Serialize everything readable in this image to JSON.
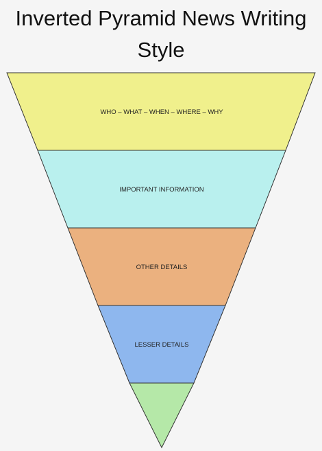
{
  "title": {
    "line1": "Inverted Pyramid News Writing",
    "line2": "Style"
  },
  "layers": [
    {
      "label": "WHO – WHAT – WHEN – WHERE – WHY",
      "color": "#f0f08c"
    },
    {
      "label": "IMPORTANT INFORMATION",
      "color": "#b9f0ee"
    },
    {
      "label": "OTHER DETAILS",
      "color": "#ebb17f"
    },
    {
      "label": "LESSER DETAILS",
      "color": "#8eb7ee"
    },
    {
      "label": "",
      "color": "#b5e8a8"
    }
  ]
}
